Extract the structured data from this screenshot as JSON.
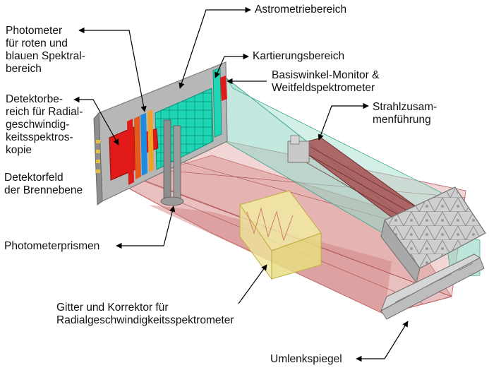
{
  "colors": {
    "red_beam": "#d98a8a",
    "red_beam_dark": "#b95b5b",
    "cyan_beam": "#8fd6c4",
    "ccd_cyan": "#1fd6b4",
    "ccd_red": "#e01919",
    "plate_grey": "#b7b7b7",
    "grating_yellow": "#f1eaa2",
    "arrow": "#000000"
  },
  "labels": {
    "astrometrie": [
      "Astrometriebereich"
    ],
    "photometer": [
      "Photometer",
      "für roten und",
      "blauen Spektral-",
      "bereich"
    ],
    "kartierung": [
      "Kartierungsbereich"
    ],
    "basiswinkel": [
      "Basiswinkel-Monitor &",
      "Weitfeldspektrometer"
    ],
    "detektorbereich": [
      "Detektorbe-",
      "reich für Radial-",
      "geschwindig-",
      "keitsspektros-",
      "kopie"
    ],
    "strahl": [
      "Strahlzusam-",
      "menführung"
    ],
    "detektorfeld": [
      "Detektorfeld",
      "der Brennebene"
    ],
    "photometerprismen": [
      "Photometerprismen"
    ],
    "gitter": [
      "Gitter und Korrektor für",
      "Radialgeschwindigkeitsspektrometer"
    ],
    "umlenk": [
      "Umlenkspiegel"
    ]
  }
}
